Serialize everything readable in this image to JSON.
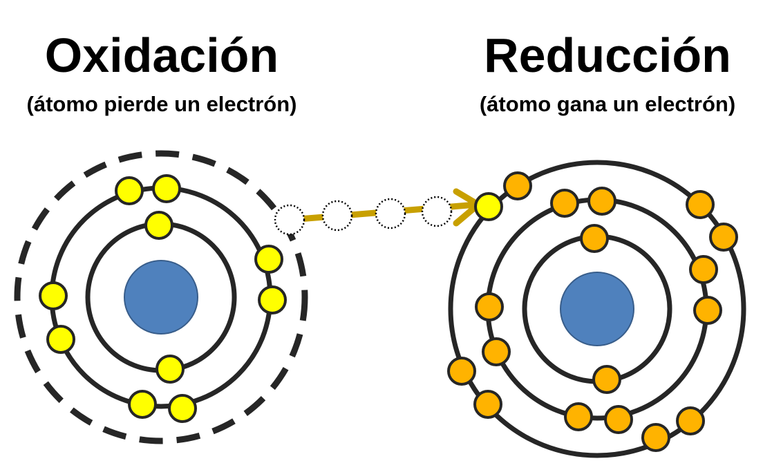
{
  "oxidation": {
    "title": "Oxidación",
    "subtitle": "(átomo pierde un electrón)"
  },
  "reduction": {
    "title": "Reducción",
    "subtitle": "(átomo gana un electrón)"
  },
  "colors": {
    "nucleus": "#4f81bd",
    "nucleus_stroke": "#385d8a",
    "shell": "#262626",
    "electron_lost_atom": "#ffff00",
    "electron_gained_atom": "#ffb300",
    "electron_stroke": "#262626",
    "transfer_arrow": "#c8a000",
    "path_circle_stroke": "#000000"
  }
}
